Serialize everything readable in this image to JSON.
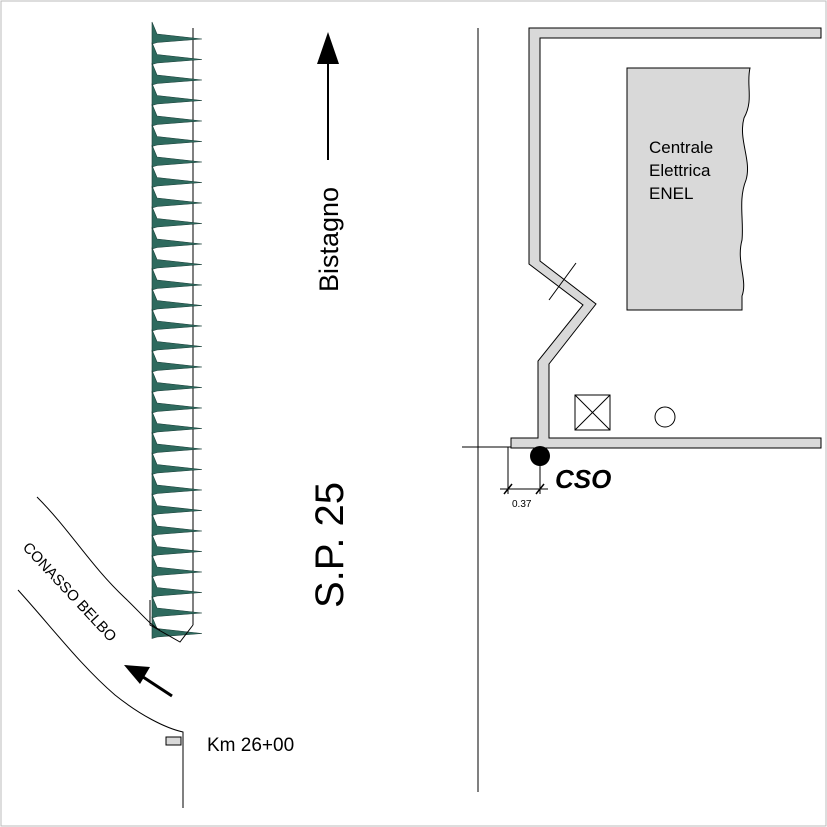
{
  "road": {
    "name": "S.P. 25",
    "direction_label": "Bistagno",
    "kilometer_marker": "Km 26+00",
    "side_road_label": "CONASSO BELBO"
  },
  "building": {
    "label_line1": "Centrale",
    "label_line2": "Elettrica",
    "label_line3": "ENEL"
  },
  "station": {
    "code": "CSO",
    "offset_dimension": "0.37"
  },
  "colors": {
    "hedge": "#2e6a5e",
    "wall_fill": "#d9d9d9",
    "ink": "#000000",
    "background": "#ffffff"
  }
}
